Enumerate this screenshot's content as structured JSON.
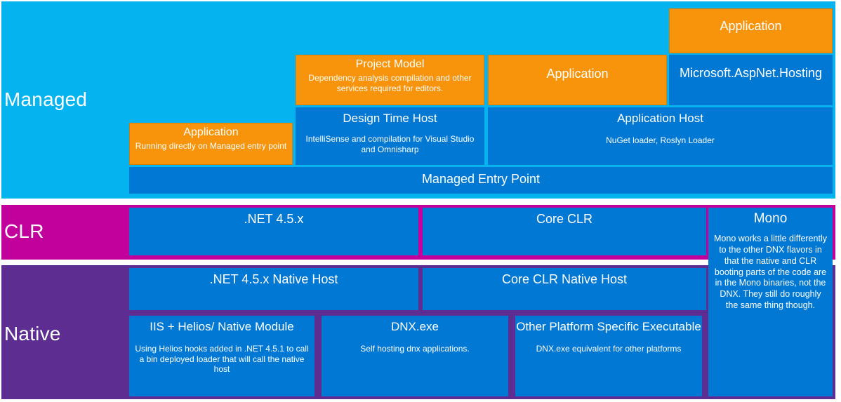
{
  "diagram": {
    "title": "DNX layered architecture",
    "colors": {
      "managed_band": "#05B4EF",
      "clr_band": "#C2009B",
      "native_band": "#5E2D91",
      "component_blue": "#0078D4",
      "application_orange": "#F7940B",
      "text": "#FFFFFF"
    }
  },
  "layers": {
    "managed": {
      "label": "Managed"
    },
    "clr": {
      "label": "CLR"
    },
    "native": {
      "label": "Native"
    }
  },
  "boxes": {
    "app_top": {
      "title": "Application",
      "desc": ""
    },
    "project_model": {
      "title": "Project Model",
      "desc": "Dependency analysis compilation and other services required for editors."
    },
    "app_mid": {
      "title": "Application",
      "desc": ""
    },
    "aspnet_hosting": {
      "title": "Microsoft.AspNet.Hosting",
      "desc": ""
    },
    "app_left": {
      "title": "Application",
      "desc": "Running directly on Managed entry point"
    },
    "design_time_host": {
      "title": "Design Time Host",
      "desc": "IntelliSense and compilation for Visual Studio and Omnisharp"
    },
    "application_host": {
      "title": "Application Host",
      "desc": "NuGet loader, Roslyn Loader"
    },
    "managed_entry_point": {
      "title": "Managed Entry Point",
      "desc": ""
    },
    "net45": {
      "title": ".NET 4.5.x",
      "desc": ""
    },
    "core_clr": {
      "title": "Core CLR",
      "desc": ""
    },
    "mono": {
      "title": "Mono",
      "desc": "Mono works a little differently to the other DNX flavors in that the native and CLR booting parts of the code are in the Mono binaries, not the DNX. They still do roughly the same thing though."
    },
    "net45_native_host": {
      "title": ".NET 4.5.x Native Host",
      "desc": ""
    },
    "core_clr_native_host": {
      "title": "Core CLR Native Host",
      "desc": ""
    },
    "iis_helios": {
      "title": "IIS + Helios/ Native Module",
      "desc": "Using Helios hooks added in .NET 4.5.1 to call a bin deployed loader that will call the native host"
    },
    "dnx_exe": {
      "title": "DNX.exe",
      "desc": "Self hosting dnx applications."
    },
    "other_platform": {
      "title": "Other Platform Specific Executable",
      "desc": "DNX.exe equivalent for other platforms"
    }
  }
}
